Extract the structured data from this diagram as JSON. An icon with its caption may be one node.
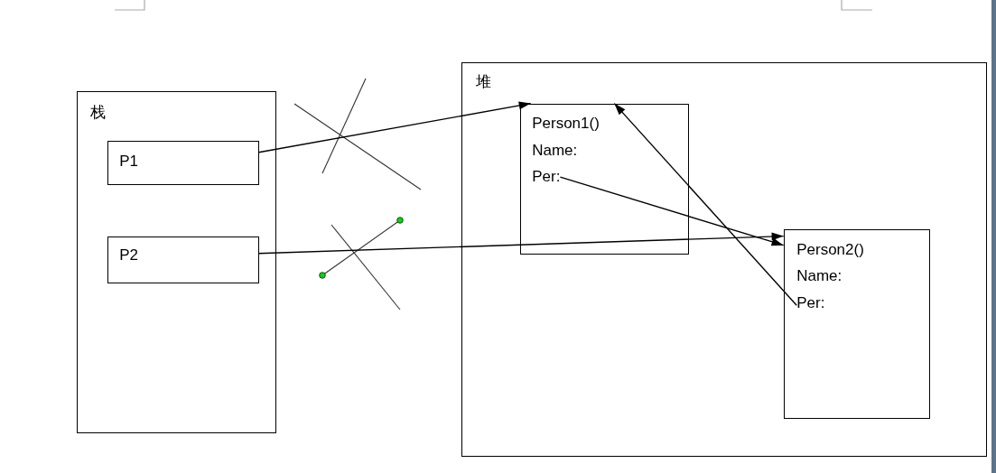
{
  "diagram": {
    "nodes": [
      {
        "text": [
          "栈"
        ]
      },
      {
        "text": [
          "P1"
        ],
        "in": 0
      },
      {
        "text": [
          "P2"
        ],
        "in": 0
      },
      {
        "text": [
          "堆"
        ]
      },
      {
        "text": [
          "Person1()",
          "Name:"
        ],
        "in": 3
      },
      {
        "text": [
          "Per:"
        ],
        "in": 4
      },
      {
        "text": [
          "Person2()",
          "Name:"
        ],
        "in": 3
      },
      {
        "text": [
          "Per:"
        ],
        "in": 6
      }
    ],
    "edges": [
      {
        "from": 1,
        "to": 4,
        "arrow": "to"
      },
      {
        "from": 2,
        "to": 6,
        "arrow": "to"
      },
      {
        "from": 5,
        "to": 6,
        "arrow": "to"
      },
      {
        "from": 7,
        "to": 4,
        "arrow": "to"
      }
    ]
  }
}
